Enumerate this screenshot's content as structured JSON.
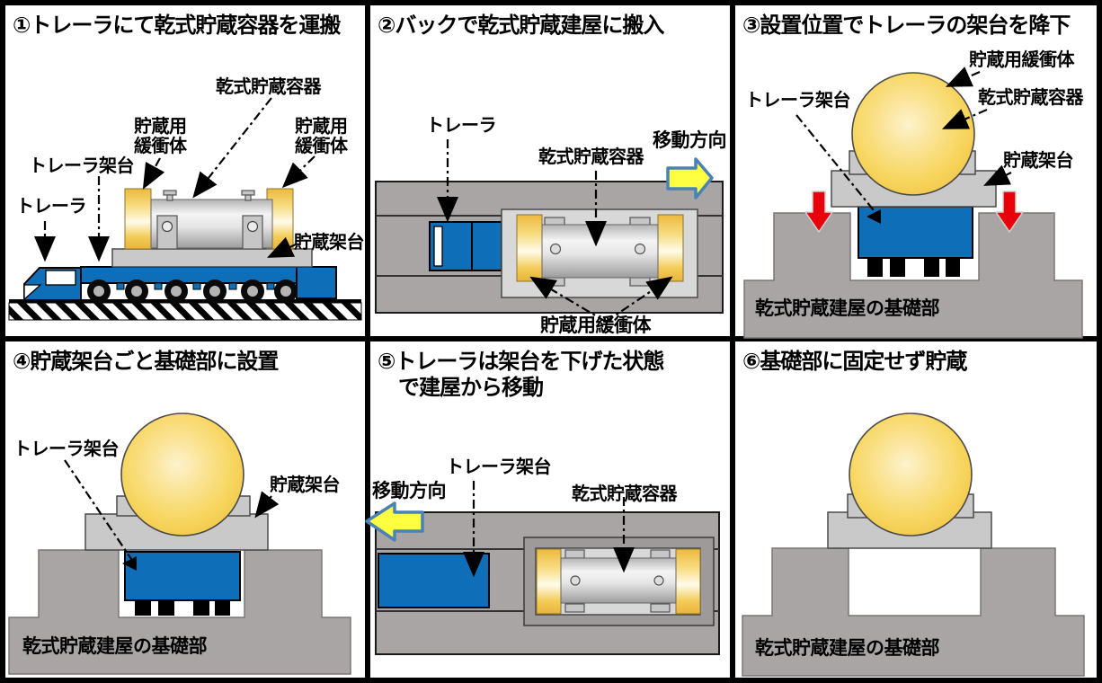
{
  "diagram_subject": "乾式貯蔵容器の搬入・設置手順",
  "colors": {
    "trailer_blue": "#0e6eb8",
    "buffer_gold": "#f2c64a",
    "container_gray": "#d9d9d9",
    "stand_gray": "#c9c9c9",
    "foundation_gray": "#a9a5a5",
    "pit_gray": "#9e9a9a",
    "arrow_yellow": "#ffff42",
    "arrow_outline_blue": "#4a82b8",
    "red_arrow": "#e8000b",
    "panel_background": "#ffffff",
    "frame_black": "#000000"
  },
  "panels": [
    {
      "title": "①トレーラにて乾式貯蔵容器を運搬",
      "labels": {
        "container": "乾式貯蔵容器",
        "buffer_left": "貯蔵用\n緩衝体",
        "buffer_right": "貯蔵用\n緩衝体",
        "trailer_bed": "トレーラ架台",
        "trailer": "トレーラ",
        "storage_stand": "貯蔵架台"
      }
    },
    {
      "title": "②バックで乾式貯蔵建屋に搬入",
      "labels": {
        "trailer": "トレーラ",
        "container": "乾式貯蔵容器",
        "direction": "移動方向",
        "buffer": "貯蔵用緩衝体"
      }
    },
    {
      "title": "③設置位置でトレーラの架台を降下",
      "labels": {
        "buffer": "貯蔵用緩衝体",
        "container": "乾式貯蔵容器",
        "trailer_bed": "トレーラ架台",
        "storage_stand": "貯蔵架台",
        "foundation": "乾式貯蔵建屋の基礎部"
      }
    },
    {
      "title": "④貯蔵架台ごと基礎部に設置",
      "labels": {
        "trailer_bed": "トレーラ架台",
        "storage_stand": "貯蔵架台",
        "foundation": "乾式貯蔵建屋の基礎部"
      }
    },
    {
      "title": "⑤トレーラは架台を下げた状態\n　で建屋から移動",
      "labels": {
        "direction": "移動方向",
        "trailer_bed": "トレーラ架台",
        "container": "乾式貯蔵容器"
      }
    },
    {
      "title": "⑥基礎部に固定せず貯蔵",
      "labels": {
        "foundation": "乾式貯蔵建屋の基礎部"
      }
    }
  ]
}
